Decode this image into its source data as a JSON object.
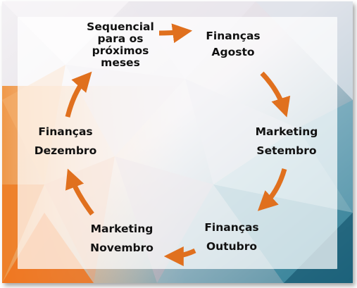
{
  "diagram": {
    "nodes": [
      {
        "id": "sequencial",
        "lines": [
          "Sequencial",
          "para os",
          "próximos",
          "meses"
        ]
      },
      {
        "id": "financas-agosto",
        "lines": [
          "Finanças",
          "Agosto"
        ]
      },
      {
        "id": "marketing-setembro",
        "lines": [
          "Marketing",
          "Setembro"
        ]
      },
      {
        "id": "financas-outubro",
        "lines": [
          "Finanças",
          "Outubro"
        ]
      },
      {
        "id": "marketing-novembro",
        "lines": [
          "Marketing",
          "Novembro"
        ]
      },
      {
        "id": "financas-dezembro",
        "lines": [
          "Finanças",
          "Dezembro"
        ]
      }
    ],
    "cycle": [
      "sequencial",
      "financas-agosto",
      "marketing-setembro",
      "financas-outubro",
      "marketing-novembro",
      "financas-dezembro",
      "sequencial"
    ],
    "arrow_color": "#E0701E"
  }
}
